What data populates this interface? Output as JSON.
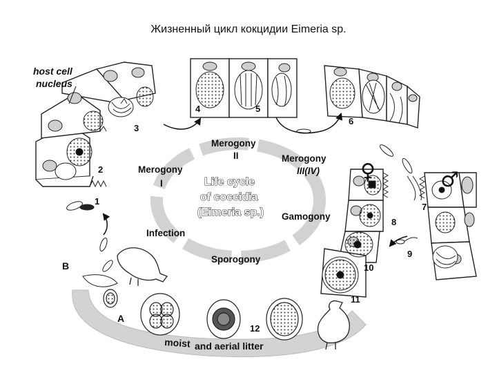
{
  "title": "Жизненный цикл кокцидии Eimeria sp.",
  "labels": {
    "host_cell": "host cell",
    "nucleus": "nucleus",
    "n1": "1",
    "n2": "2",
    "n3": "3",
    "n4": "4",
    "n5": "5",
    "n6": "6",
    "n7": "7",
    "n8": "8",
    "n9": "9",
    "n10": "10",
    "n11": "11",
    "n12": "12",
    "A": "A",
    "B": "B"
  },
  "phases": {
    "merogony_1_a": "Merogony",
    "merogony_1_b": "I",
    "merogony_2_a": "Merogony",
    "merogony_2_b": "II",
    "merogony_3_a": "Merogony",
    "merogony_3_b": "III(IV)",
    "gamogony": "Gamogony",
    "infection": "Infection",
    "sporogony": "Sporogony"
  },
  "center": {
    "line1": "Life cycle",
    "line2": "of coccidia",
    "line3": "(Eimeria sp.)"
  },
  "bottom_band": {
    "text1": "moist",
    "text2": "and aerial litter"
  },
  "symbols": {
    "female": "♀",
    "male": "♂"
  }
}
